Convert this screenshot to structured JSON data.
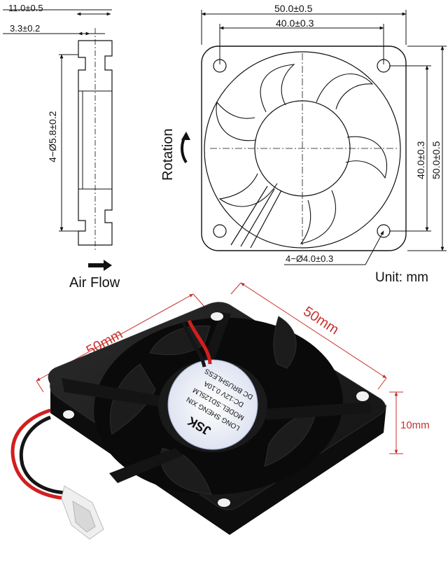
{
  "drawing": {
    "side_view": {
      "thickness_dim": "11.0±0.5",
      "flange_dim": "3.3±0.2",
      "hole_dim": "4−Ø5.8±0.2",
      "airflow_label": "Air Flow"
    },
    "front_view": {
      "width_outer_dim": "50.0±0.5",
      "width_hole_dim": "40.0±0.3",
      "height_hole_dim": "40.0±0.3",
      "height_outer_dim": "50.0±0.5",
      "mount_hole_dim": "4−Ø4.0±0.3",
      "rotation_label": "Rotation",
      "unit_label": "Unit: mm"
    }
  },
  "photo": {
    "width_label": "50mm",
    "depth_label": "50mm",
    "height_label": "10mm",
    "sticker": {
      "brand": "JSK",
      "maker": "LONG SHENG XIN",
      "model": "MODEL:SD125LM",
      "rating": "DC:12V 0.10A",
      "type": "DC BRUSHLESS"
    },
    "colors": {
      "dimension_lines": "#c8322e",
      "fan_body": "#1a1a1a",
      "sticker": "#e9edf7"
    }
  }
}
